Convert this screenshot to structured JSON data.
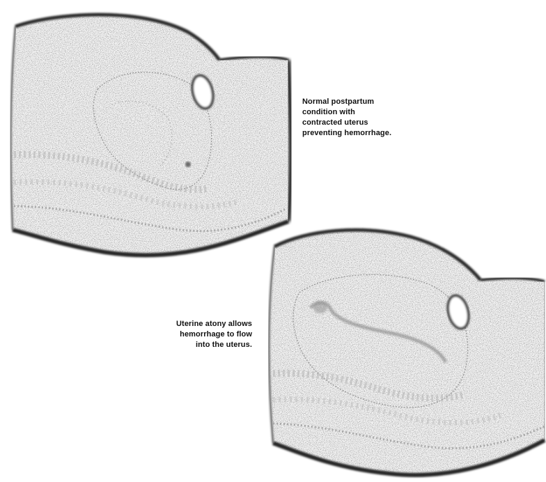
{
  "labels": {
    "normal": "Normal postpartum\ncondition with\ncontracted uterus\npreventing hemorrhage.",
    "atony": "Uterine atony allows\nhemorrhage to flow\ninto the uterus."
  },
  "illustrations": [
    {
      "name": "contracted-uterus-illustration",
      "depicts": "normal-postpartum"
    },
    {
      "name": "atonic-uterus-illustration",
      "depicts": "uterine-atony"
    }
  ]
}
